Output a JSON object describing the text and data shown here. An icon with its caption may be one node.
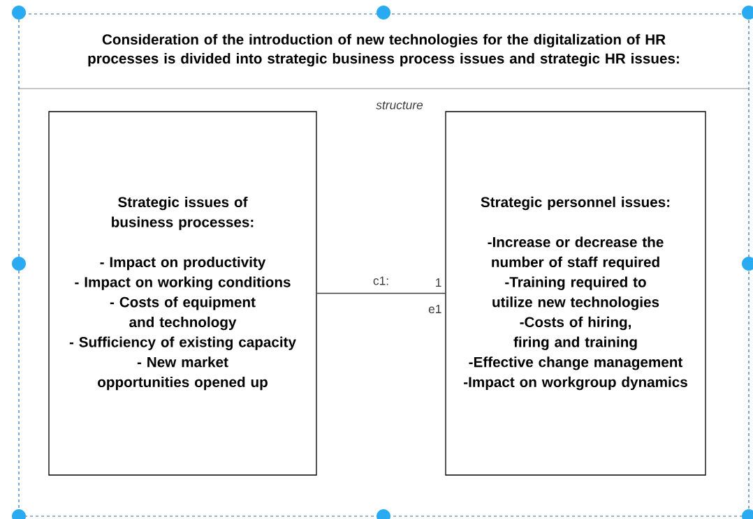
{
  "diagram": {
    "nodes": [
      {
        "text": [
          "Consideration of the introduction of new technologies for the digitalization of HR processes is divided into strategic business process issues and strategic HR issues:"
        ]
      },
      {
        "text": [
          "Strategic issues of business processes:",
          "- Impact on productivity",
          "- Impact on working conditions",
          "- Costs of equipment and technology",
          "- Sufficiency of existing capacity",
          "- New market opportunities opened up"
        ],
        "in": 0
      },
      {
        "text": [
          "Strategic personnel issues:",
          "-Increase or decrease the number of staff required",
          "-Training required to utilize new technologies",
          "-Costs of hiring, firing and training",
          "-Effective change management",
          "-Impact on workgroup dynamics"
        ],
        "in": 0
      }
    ],
    "edges": [
      {
        "from": 1,
        "to": 2,
        "arrow": "none",
        "label": "c1:"
      }
    ],
    "labels": [
      "structure",
      "1",
      "e1"
    ]
  }
}
